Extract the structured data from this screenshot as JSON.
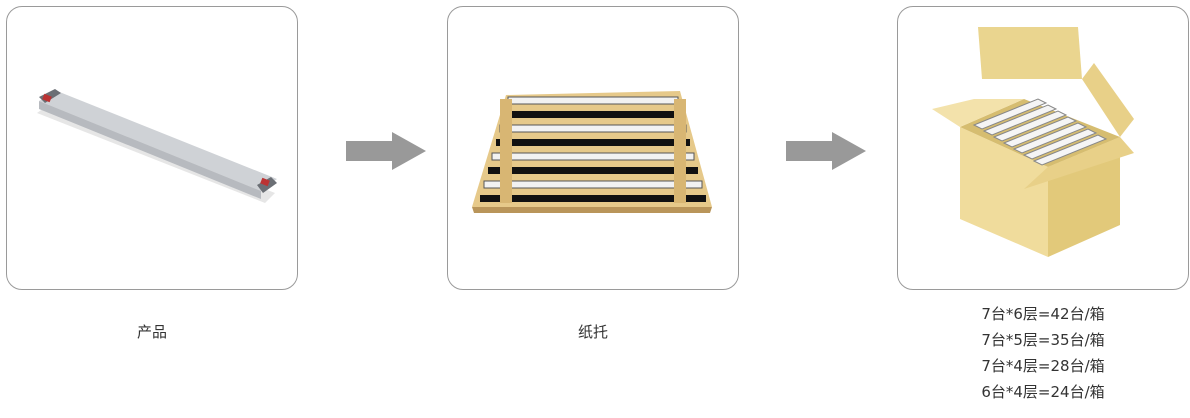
{
  "steps": [
    {
      "caption": "产品"
    },
    {
      "caption": "纸托"
    },
    {
      "caption": ""
    }
  ],
  "packing_specs": [
    "7台*6层=42台/箱",
    "7台*5层=35台/箱",
    "7台*4层=28台/箱",
    "6台*4层=24台/箱"
  ],
  "colors": {
    "card_border": "#9a9a9a",
    "arrow": "#999999",
    "cardboard": "#ecd58e",
    "driver_body": "#c9ccd0",
    "text": "#333333"
  }
}
